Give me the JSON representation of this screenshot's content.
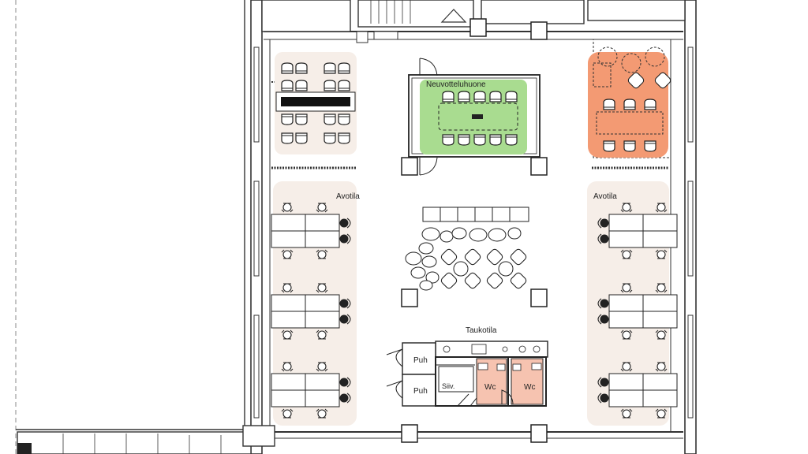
{
  "labels": {
    "meeting_room": "Neuvotteluhuone",
    "open_left": "Avotila",
    "open_right": "Avotila",
    "break_room": "Taukotila",
    "phone_1": "Puh",
    "phone_2": "Puh",
    "cleaning": "Siiv.",
    "wc_1": "Wc",
    "wc_2": "Wc"
  },
  "colors": {
    "meeting_room": "#a9dc90",
    "orange_zone": "#f39a73",
    "open_area": "#f6eee8",
    "wc": "#f6c3b0",
    "wall": "#3a3a3a"
  }
}
